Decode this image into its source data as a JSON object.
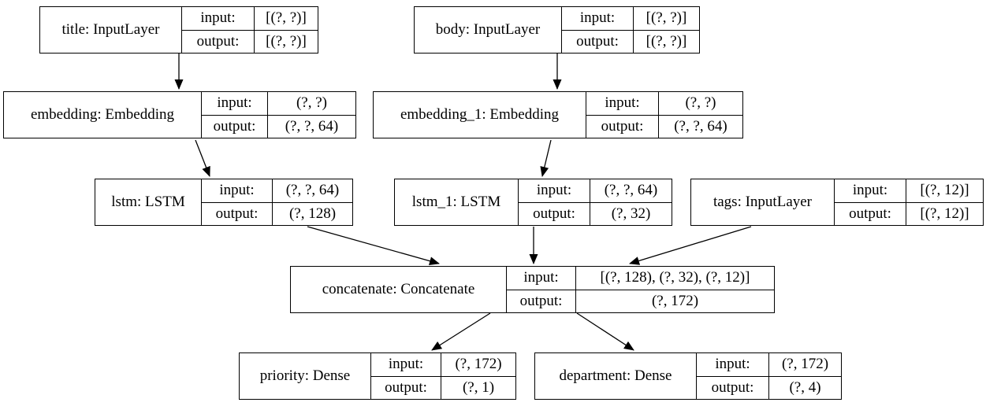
{
  "diagram": {
    "title": "keras-model-architecture-graph",
    "colors": {
      "background": "#ffffff",
      "line": "#000000",
      "text": "#000000"
    },
    "nodes": [
      {
        "id": "title",
        "name": "title: InputLayer",
        "input_label": "input:",
        "output_label": "output:",
        "input_value": "[(?, ?)]",
        "output_value": "[(?, ?)]"
      },
      {
        "id": "body",
        "name": "body: InputLayer",
        "input_label": "input:",
        "output_label": "output:",
        "input_value": "[(?, ?)]",
        "output_value": "[(?, ?)]"
      },
      {
        "id": "embedding",
        "name": "embedding: Embedding",
        "input_label": "input:",
        "output_label": "output:",
        "input_value": "(?, ?)",
        "output_value": "(?, ?, 64)"
      },
      {
        "id": "embedding_1",
        "name": "embedding_1: Embedding",
        "input_label": "input:",
        "output_label": "output:",
        "input_value": "(?, ?)",
        "output_value": "(?, ?, 64)"
      },
      {
        "id": "lstm",
        "name": "lstm: LSTM",
        "input_label": "input:",
        "output_label": "output:",
        "input_value": "(?, ?, 64)",
        "output_value": "(?, 128)"
      },
      {
        "id": "lstm_1",
        "name": "lstm_1: LSTM",
        "input_label": "input:",
        "output_label": "output:",
        "input_value": "(?, ?, 64)",
        "output_value": "(?, 32)"
      },
      {
        "id": "tags",
        "name": "tags: InputLayer",
        "input_label": "input:",
        "output_label": "output:",
        "input_value": "[(?, 12)]",
        "output_value": "[(?, 12)]"
      },
      {
        "id": "concatenate",
        "name": "concatenate: Concatenate",
        "input_label": "input:",
        "output_label": "output:",
        "input_value": "[(?, 128), (?, 32), (?, 12)]",
        "output_value": "(?, 172)"
      },
      {
        "id": "priority",
        "name": "priority: Dense",
        "input_label": "input:",
        "output_label": "output:",
        "input_value": "(?, 172)",
        "output_value": "(?, 1)"
      },
      {
        "id": "department",
        "name": "department: Dense",
        "input_label": "input:",
        "output_label": "output:",
        "input_value": "(?, 172)",
        "output_value": "(?, 4)"
      }
    ],
    "edges": [
      {
        "from": "title",
        "to": "embedding"
      },
      {
        "from": "body",
        "to": "embedding_1"
      },
      {
        "from": "embedding",
        "to": "lstm"
      },
      {
        "from": "embedding_1",
        "to": "lstm_1"
      },
      {
        "from": "lstm",
        "to": "concatenate"
      },
      {
        "from": "lstm_1",
        "to": "concatenate"
      },
      {
        "from": "tags",
        "to": "concatenate"
      },
      {
        "from": "concatenate",
        "to": "priority"
      },
      {
        "from": "concatenate",
        "to": "department"
      }
    ]
  }
}
